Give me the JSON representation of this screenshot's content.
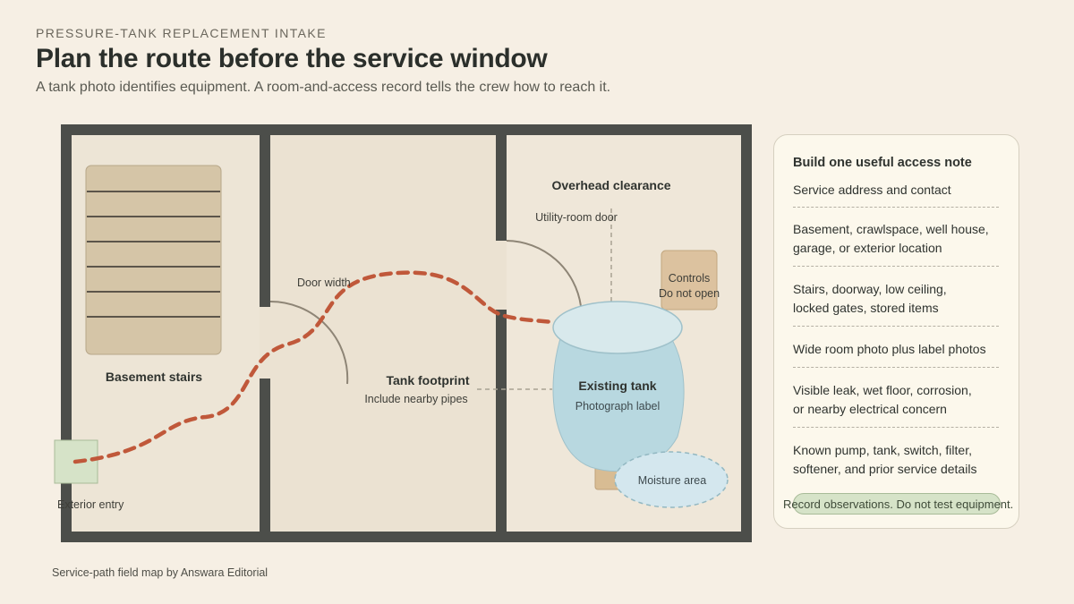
{
  "header": {
    "eyebrow": "PRESSURE-TANK REPLACEMENT INTAKE",
    "title": "Plan the route before the service window",
    "subtitle": "A tank photo identifies equipment. A room-and-access record tells the crew how to reach it."
  },
  "map": {
    "labels": {
      "basement_stairs": "Basement stairs",
      "exterior_entry": "Exterior entry",
      "door_width": "Door width",
      "tank_footprint": "Tank footprint",
      "include_pipes": "Include nearby pipes",
      "overhead_clearance": "Overhead clearance",
      "utility_door": "Utility-room door",
      "controls": "Controls",
      "do_not_open": "Do not open",
      "existing_tank": "Existing tank",
      "photograph_label": "Photograph label",
      "moisture_area": "Moisture area"
    },
    "colors": {
      "wall": "#4c4e4a",
      "floor": "#ebe2d2",
      "route": "#c0583a",
      "tank": "#b8d8e0",
      "entry": "#d6e3c8",
      "controls": "#dcc29f"
    }
  },
  "checklist": {
    "title": "Build one useful access note",
    "items": [
      "Service address and contact",
      "Basement, crawlspace, well house,\ngarage, or exterior location",
      "Stairs, doorway, low ceiling,\nlocked gates, stored items",
      "Wide room photo plus label photos",
      "Visible leak, wet floor, corrosion,\nor nearby electrical concern",
      "Known pump, tank, switch, filter,\nsoftener, and prior service details"
    ],
    "footer": "Record observations. Do not test equipment."
  },
  "credit": "Service-path field map by Answara Editorial"
}
